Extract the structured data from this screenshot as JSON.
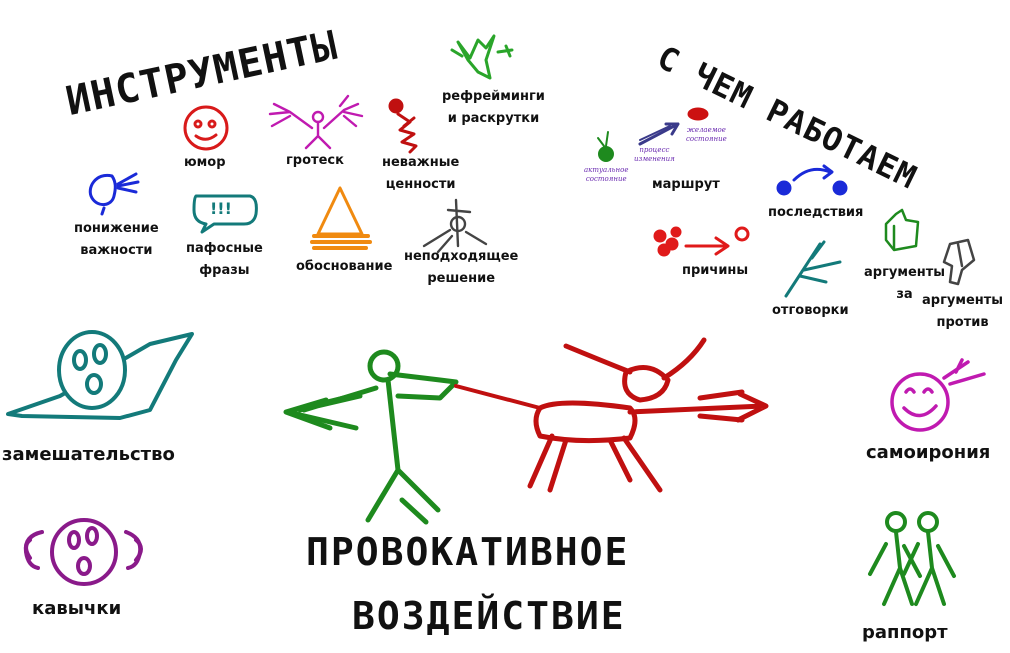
{
  "headings": {
    "tools": "ИНСТРУМЕНТЫ",
    "what_we_work_with": "С ЧЕМ РАБОТАЕМ",
    "main_line1": "ПРОВОКАТИВНОЕ",
    "main_line2": "ВОЗДЕЙСТВИЕ"
  },
  "tools": {
    "reframing": [
      "рефрейминги",
      "и раскрутки"
    ],
    "humor": "юмор",
    "grotesque": "гротеск",
    "unimportant_values": [
      "неважные",
      "ценности"
    ],
    "lowering_importance": [
      "понижение",
      "важности"
    ],
    "pathetic_phrases": [
      "пафосные",
      "фразы"
    ],
    "pathetic_bubble_text": "!!!",
    "justification": "обоснование",
    "unsuitable_solution": [
      "неподходящее",
      "решение"
    ]
  },
  "work_with": {
    "actual_state": [
      "актуальное",
      "состояние"
    ],
    "change_process": [
      "процесс",
      "изменения"
    ],
    "desired_state": [
      "желаемое",
      "состояние"
    ],
    "route": "маршрут",
    "consequences": "последствия",
    "causes": "причины",
    "excuses": "отговорки",
    "args_for": [
      "аргументы",
      "за"
    ],
    "args_against": [
      "аргументы",
      "против"
    ]
  },
  "effects": {
    "confusion": "замешательство",
    "quotes": "кавычки",
    "self_irony": "самоирония",
    "rapport": "раппорт"
  },
  "colors": {
    "red": "#cc1111",
    "green": "#1e8a1e",
    "blue": "#1a2ad8",
    "teal": "#137a7a",
    "purple": "#8a1a8a",
    "magenta": "#c01ab0",
    "orange": "#f08a10",
    "gray": "#444444",
    "navy": "#3a3a8a",
    "black": "#111111"
  }
}
